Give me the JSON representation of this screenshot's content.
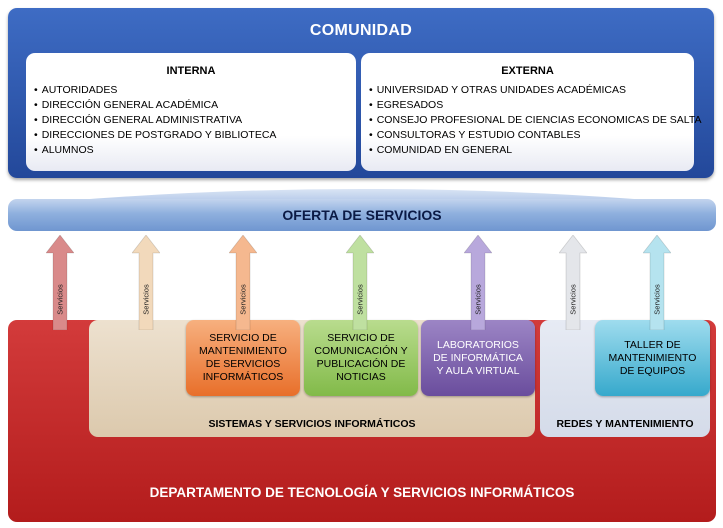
{
  "comunidad": {
    "title": "COMUNIDAD",
    "interna": {
      "title": "INTERNA",
      "items": [
        "AUTORIDADES",
        "DIRECCIÓN GENERAL ACADÉMICA",
        "DIRECCIÓN GENERAL ADMINISTRATIVA",
        "DIRECCIONES DE POSTGRADO Y BIBLIOTECA",
        "ALUMNOS"
      ]
    },
    "externa": {
      "title": "EXTERNA",
      "items": [
        "UNIVERSIDAD Y OTRAS UNIDADES ACADÉMICAS",
        "EGRESADOS",
        "CONSEJO PROFESIONAL DE CIENCIAS ECONOMICAS DE SALTA",
        "CONSULTORAS Y ESTUDIO CONTABLES",
        "COMUNIDAD EN GENERAL"
      ]
    }
  },
  "oferta": {
    "title": "OFERTA DE SERVICIOS"
  },
  "arrows": [
    {
      "label": "Servicios",
      "color": "#d98a8a"
    },
    {
      "label": "Servicios",
      "color": "#f2d9bb"
    },
    {
      "label": "Servicios",
      "color": "#f5b88f"
    },
    {
      "label": "Servicios",
      "color": "#bfe0a0"
    },
    {
      "label": "Servicios",
      "color": "#b8a8dc"
    },
    {
      "label": "Servicios",
      "color": "#e4e6ea"
    },
    {
      "label": "Servicios",
      "color": "#b5e3ef"
    }
  ],
  "departamento": {
    "title": "DEPARTAMENTO DE TECNOLOGÍA Y SERVICIOS INFORMÁTICOS"
  },
  "sistemas": {
    "title": "SISTEMAS Y SERVICIOS  INFORMÁTICOS"
  },
  "redes": {
    "title": "REDES Y MANTENIMIENTO"
  },
  "servicios": [
    {
      "label": "SERVICIO DE MANTENIMIENTO DE SERVICIOS INFORMÁTICOS",
      "lines": [
        "SERVICIO DE",
        "MANTENIMIENTO",
        "DE SERVICIOS",
        "INFORMÁTICOS"
      ]
    },
    {
      "label": "SERVICIO DE COMUNICACIÓN Y PUBLICACIÓN DE NOTICIAS",
      "lines": [
        "SERVICIO DE",
        "COMUNICACIÓN Y",
        "PUBLICACIÓN DE",
        "NOTICIAS"
      ]
    },
    {
      "label": "LABORATORIOS DE INFORMÁTICA Y AULA VIRTUAL",
      "lines": [
        "LABORATORIOS",
        "DE INFORMÁTICA",
        "Y AULA VIRTUAL"
      ]
    },
    {
      "label": "TALLER DE MANTENIMIENTO DE EQUIPOS",
      "lines": [
        "TALLER DE",
        "MANTENIMIENTO",
        "DE EQUIPOS"
      ]
    }
  ]
}
